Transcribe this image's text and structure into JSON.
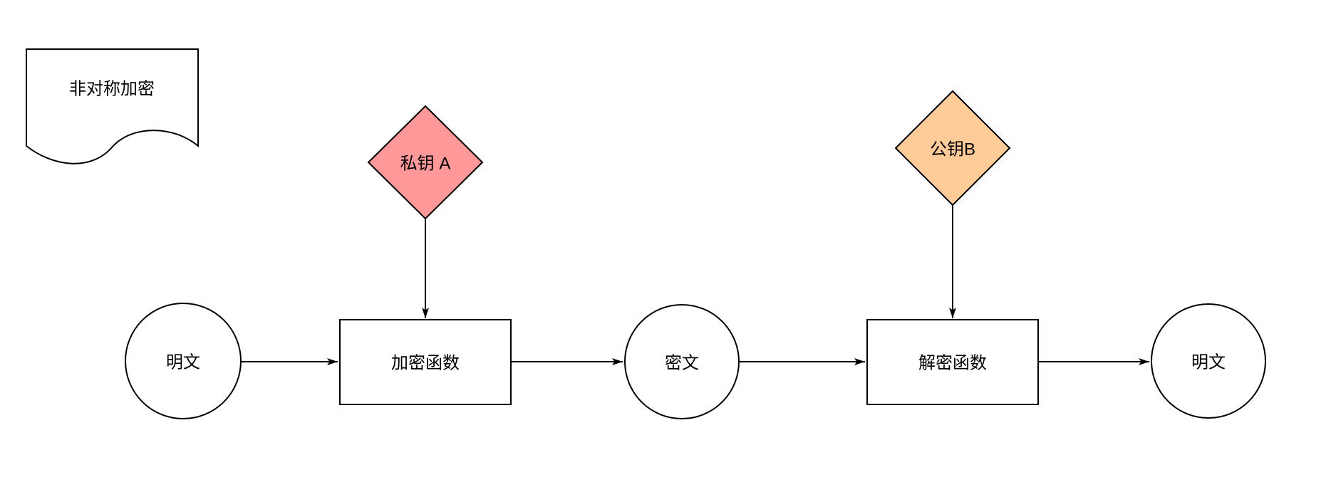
{
  "diagram": {
    "background": "#ffffff",
    "stroke_color": "#000000",
    "note": {
      "label": "非对称加密"
    },
    "keys": [
      {
        "label": "私钥 A",
        "fill": "#FF9999",
        "role": "private-key-a"
      },
      {
        "label": "公钥B",
        "fill": "#FFCC99",
        "role": "public-key-b"
      }
    ],
    "flow": [
      {
        "label": "明文",
        "shape": "circle"
      },
      {
        "label": "加密函数",
        "shape": "process"
      },
      {
        "label": "密文",
        "shape": "circle"
      },
      {
        "label": "解密函数",
        "shape": "process"
      },
      {
        "label": "明文",
        "shape": "circle"
      }
    ],
    "edges": [
      {
        "from": "plaintext-source",
        "to": "encrypt-function"
      },
      {
        "from": "encrypt-function",
        "to": "ciphertext"
      },
      {
        "from": "ciphertext",
        "to": "decrypt-function"
      },
      {
        "from": "decrypt-function",
        "to": "plaintext-result"
      },
      {
        "from": "private-key-a",
        "to": "encrypt-function"
      },
      {
        "from": "public-key-b",
        "to": "decrypt-function"
      }
    ]
  }
}
